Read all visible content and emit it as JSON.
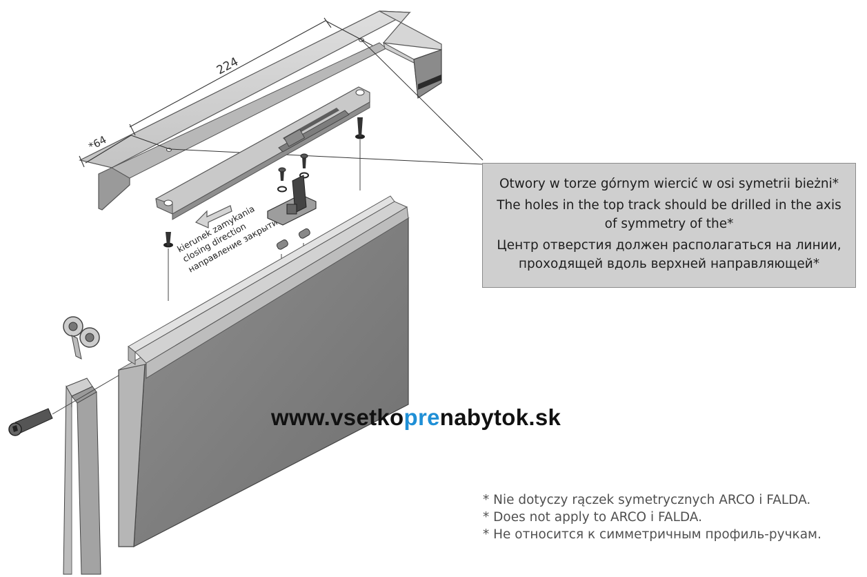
{
  "dimensions": {
    "length_label": "224",
    "offset_label": "*64"
  },
  "direction_labels": {
    "polish": "kierunek zamykania",
    "english": "closing direction",
    "russian": "направление закрытия"
  },
  "callout": {
    "polish": "Otwory w torze górnym wiercić w osi symetrii bieżni*",
    "english": "The holes in the top track should be drilled in the axis of symmetry of the*",
    "russian": "Центр отверстия должен располагаться на линии, проходящей вдоль верхней направляющей*"
  },
  "watermark": {
    "part1": "www.vsetko",
    "part2": "pre",
    "part3": "nabytok.sk"
  },
  "footnotes": {
    "polish": "* Nie dotyczy rączek symetrycznych ARCO i FALDA.",
    "english": "* Does not apply to ARCO i FALDA.",
    "russian": "* Не относится к симметричным профиль-ручкам."
  },
  "colors": {
    "watermark_text": "#111111",
    "watermark_accent": "#1f8fd6",
    "callout_background": "#cfcfcf",
    "metal_light": "#d2d2d2",
    "metal_mid": "#a9a9a9",
    "metal_dark": "#6e6e6e"
  }
}
